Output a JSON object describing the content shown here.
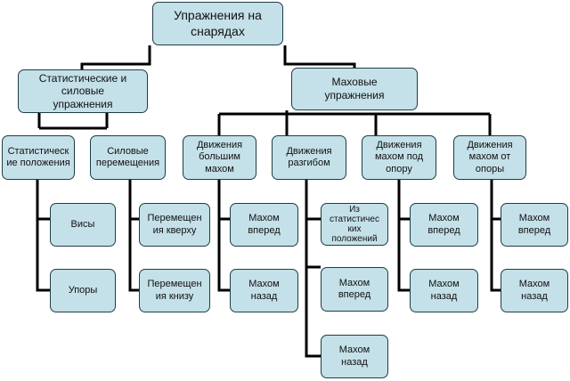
{
  "root": {
    "label": "Упражнения на\nснарядах"
  },
  "left": {
    "label": "Статистические и\nсиловые\nупражнения"
  },
  "right": {
    "label": "Маховые\nупражнения"
  },
  "stat_positions": {
    "label": "Статистическ\nие положения"
  },
  "power_moves": {
    "label": "Силовые\nперемещения"
  },
  "big_swing": {
    "label": "Движения\nбольшим\nмахом"
  },
  "kip": {
    "label": "Движения\nразгибом"
  },
  "swing_to_support": {
    "label": "Движения\nмахом под\nопору"
  },
  "swing_from_support": {
    "label": "Движения\nмахом от\nопоры"
  },
  "hangs": {
    "label": "Висы"
  },
  "supports": {
    "label": "Упоры"
  },
  "move_up": {
    "label": "Перемещен\nия кверху"
  },
  "move_down": {
    "label": "Перемещен\nия книзу"
  },
  "big_fwd": {
    "label": "Махом\nвперед"
  },
  "big_back": {
    "label": "Махом\nназад"
  },
  "kip_static": {
    "label": "Из\nстатистичес\nких\nположений"
  },
  "kip_fwd": {
    "label": "Махом\nвперед"
  },
  "kip_back": {
    "label": "Махом\nназад"
  },
  "under_fwd": {
    "label": "Махом\nвперед"
  },
  "under_back": {
    "label": "Махом\nназад"
  },
  "from_fwd": {
    "label": "Махом\nвперед"
  },
  "from_back": {
    "label": "Махом\nназад"
  }
}
